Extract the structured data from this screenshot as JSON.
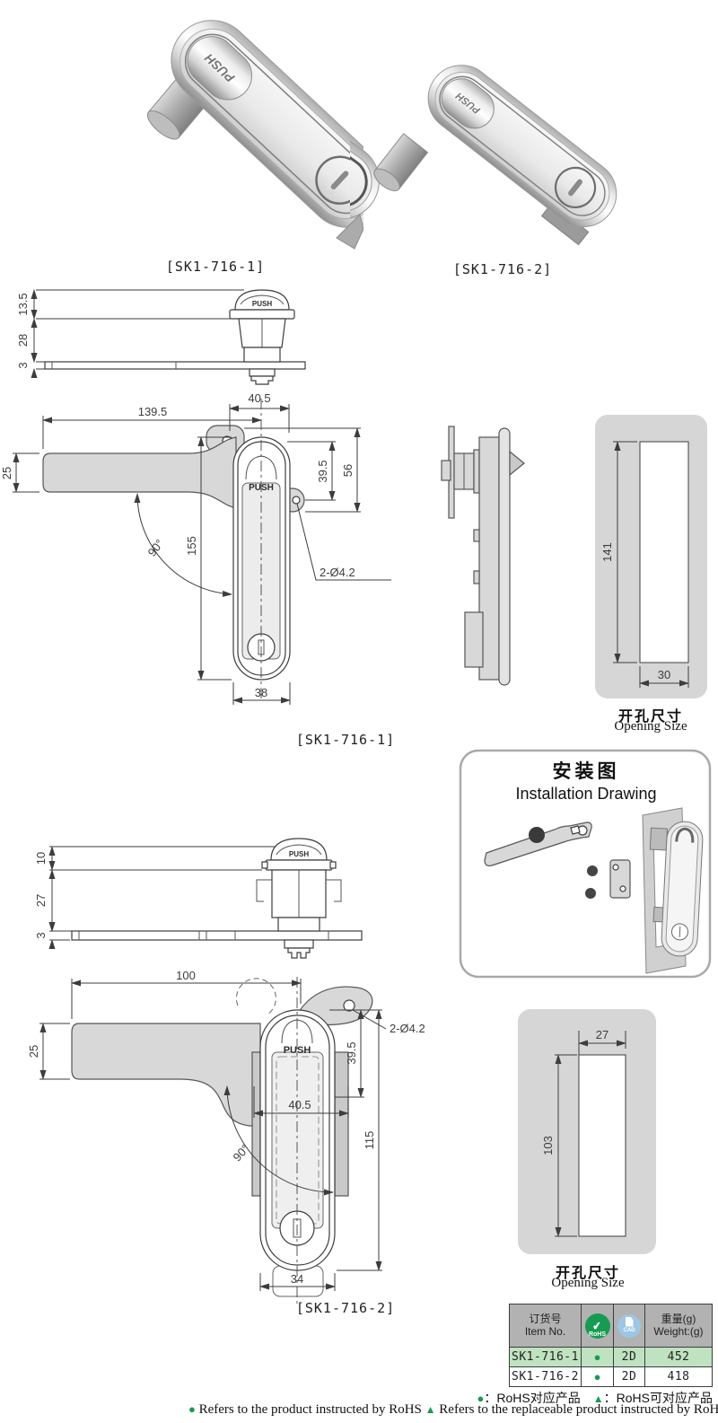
{
  "photos": {
    "items": [
      {
        "label": "[SK1-716-1]",
        "push": "PUSH"
      },
      {
        "label": "[SK1-716-2]",
        "push": "PUSH"
      }
    ]
  },
  "d1": {
    "label": "[SK1-716-1]",
    "push": "PUSH",
    "side": {
      "h_top": "13.5",
      "h_mid": "28",
      "h_plate": "3"
    },
    "front": {
      "total_w": "139.5",
      "head_w": "40.5",
      "bar_h": "25",
      "hole_y": "39.5",
      "head_h": "56",
      "body_h": "155",
      "angle": "90°",
      "holes": "2-Ø4.2",
      "body_w": "38"
    },
    "opening": {
      "h": "141",
      "w": "30",
      "caption_cn": "开孔尺寸",
      "caption_en": "Opening Size"
    }
  },
  "install": {
    "title_cn": "安装图",
    "title_en": "Installation Drawing"
  },
  "d2": {
    "label": "[SK1-716-2]",
    "push": "PUSH",
    "side": {
      "h_top": "10",
      "h_mid": "27",
      "h_plate": "3"
    },
    "front": {
      "total_w": "100",
      "bar_h": "25",
      "hole_y": "39.5",
      "holes": "2-Ø4.2",
      "head_w": "40.5",
      "body_h": "115",
      "angle": "90°",
      "body_w": "34"
    },
    "opening": {
      "w": "27",
      "h": "103",
      "caption_cn": "开孔尺寸",
      "caption_en": "Opening Size"
    }
  },
  "table": {
    "item_cn": "订货号",
    "item_en": "Item No.",
    "rohs_label": "RoHS",
    "rohs_leaf": "✔",
    "cad_label": "CAD",
    "weight_cn": "重量(g)",
    "weight_en": "Weight:(g)",
    "marker_dot": "●",
    "rows": [
      {
        "item": "SK1-716-1",
        "rohs": "●",
        "cad": "2D",
        "weight": "452"
      },
      {
        "item": "SK1-716-2",
        "rohs": "●",
        "cad": "2D",
        "weight": "418"
      }
    ]
  },
  "footer": {
    "marker_dot": "●",
    "marker_tri": "▲",
    "cn_dot": "：RoHS对应产品",
    "cn_tri": "：RoHS可对应产品",
    "en_dot": "Refers to the product instructed by RoHS",
    "en_tri": "Refers to the replaceable product instructed by RoHS"
  },
  "colors": {
    "green": "#169C51",
    "row_green": "#BFE3C0",
    "header_gray": "#B2B2B2",
    "panel_gray": "#D6D6D6",
    "line": "#3D3D3D",
    "cad_blue": "#9CC7E4"
  }
}
